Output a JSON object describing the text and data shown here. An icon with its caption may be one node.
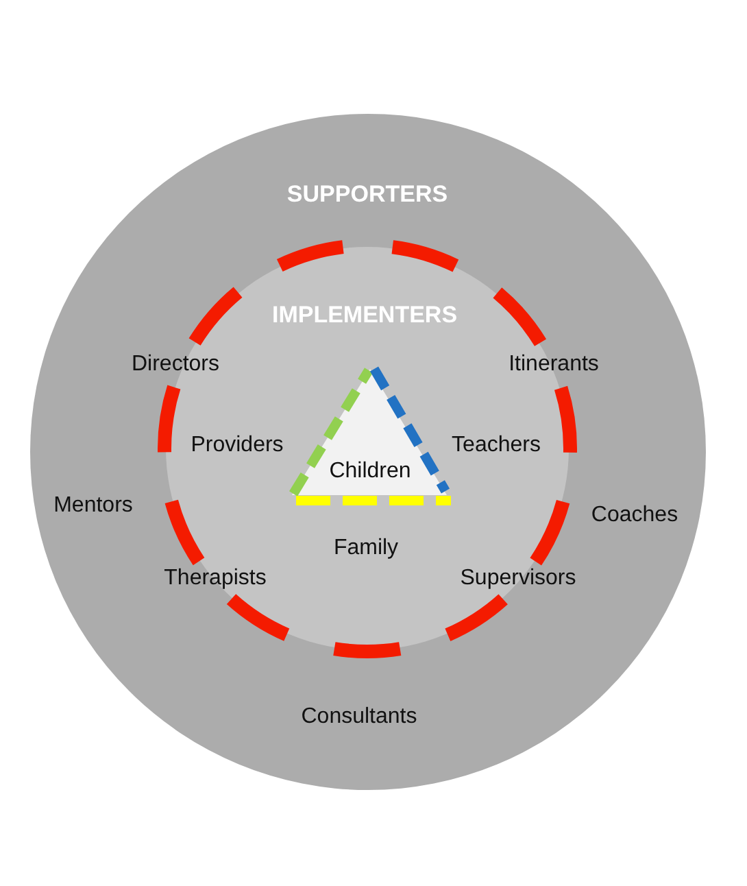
{
  "diagram": {
    "nodes": [
      {
        "text": [
          "SUPPORTERS"
        ]
      },
      {
        "text": [
          "IMPLEMENTERS"
        ],
        "in": 0
      },
      {
        "text": [
          "Children"
        ],
        "in": 1,
        "beside": [
          "Providers",
          "Teachers",
          "Family"
        ]
      }
    ],
    "labels": [
      "Directors",
      "Itinerants",
      "Mentors",
      "Coaches",
      "Therapists",
      "Supervisors",
      "Consultants"
    ]
  }
}
